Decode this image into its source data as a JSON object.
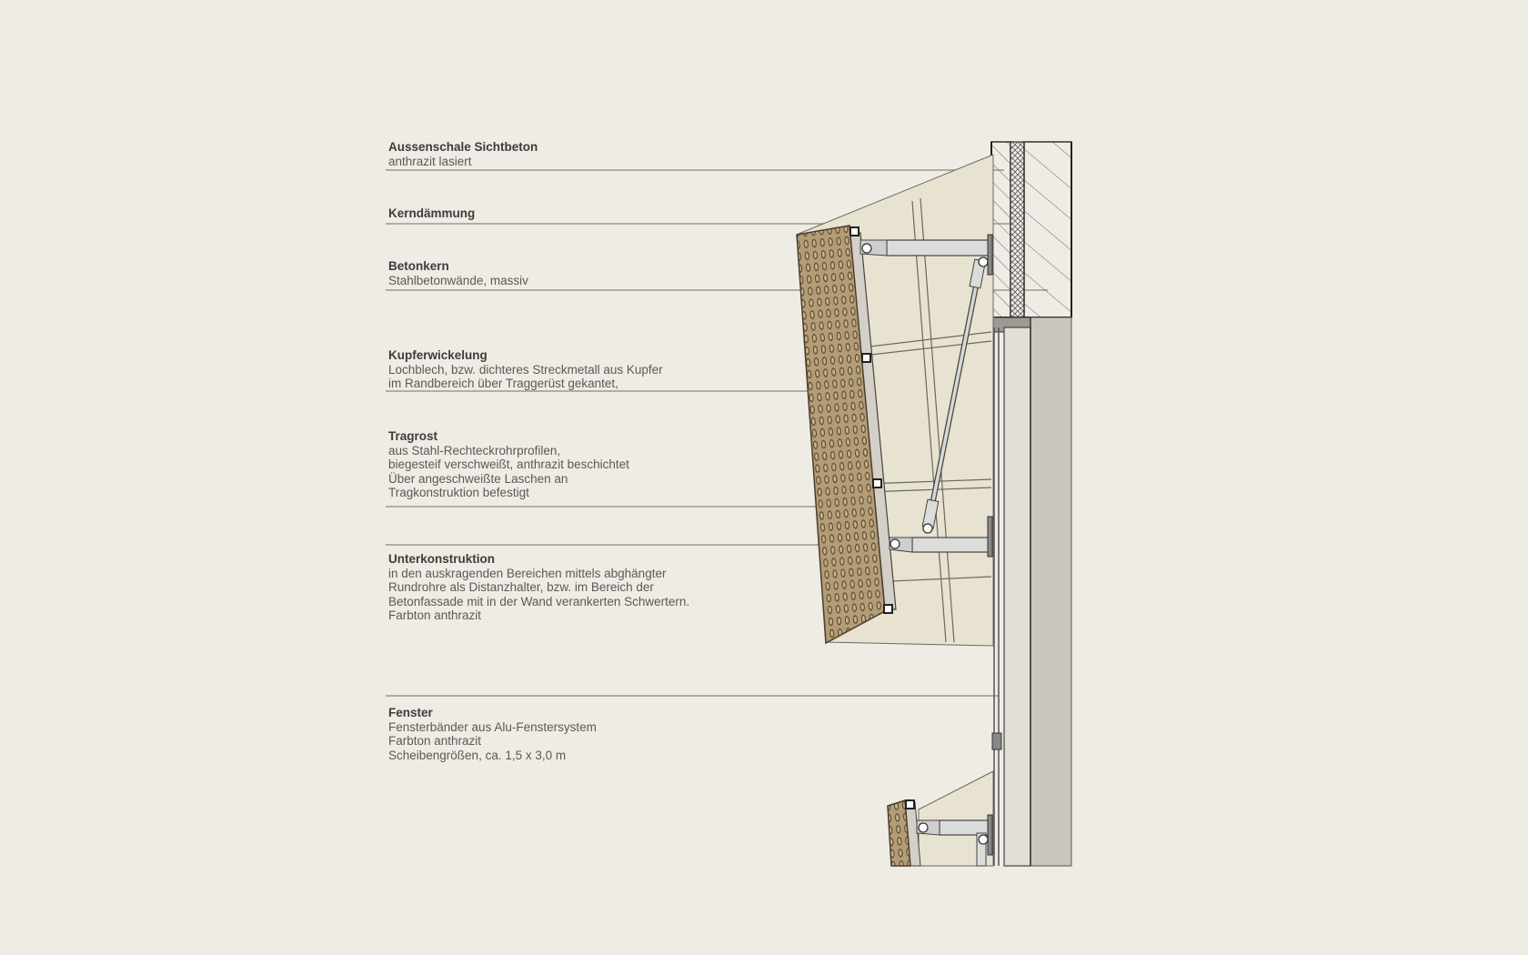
{
  "colors": {
    "background": "#efebe5",
    "copper_panel": "#b09a74",
    "copper_perforation": "#5c4a33",
    "facade_fill": "#e8e2d0",
    "leader_line": "#8a8780",
    "concrete_core": "#c9c6bd",
    "steel_tube": "#dcdcda"
  },
  "labels": [
    {
      "title": "Aussenschale Sichtbeton",
      "lines": [
        "anthrazit lasiert"
      ]
    },
    {
      "title": "Kerndämmung",
      "lines": []
    },
    {
      "title": "Betonkern",
      "lines": [
        "Stahlbetonwände, massiv"
      ]
    },
    {
      "title": "Kupferwickelung",
      "lines": [
        "Lochblech, bzw. dichteres Streckmetall aus Kupfer",
        "im Randbereich über Traggerüst gekantet,"
      ]
    },
    {
      "title": "Tragrost",
      "lines": [
        "aus Stahl-Rechteckrohrprofilen,",
        "biegesteif verschweißt, anthrazit beschichtet",
        "Über angeschweißte Laschen an",
        "Tragkonstruktion befestigt"
      ]
    },
    {
      "title": "Unterkonstruktion",
      "lines": [
        "in den auskragenden Bereichen mittels abghängter",
        "Rundrohre als Distanzhalter, bzw. im Bereich der",
        "Betonfassade mit in der Wand verankerten Schwertern.",
        "Farbton anthrazit"
      ]
    },
    {
      "title": "Fenster",
      "lines": [
        "Fensterbänder aus Alu-Fenstersystem",
        "Farbton anthrazit",
        "Scheibengrößen, ca. 1,5 x 3,0 m"
      ]
    }
  ]
}
